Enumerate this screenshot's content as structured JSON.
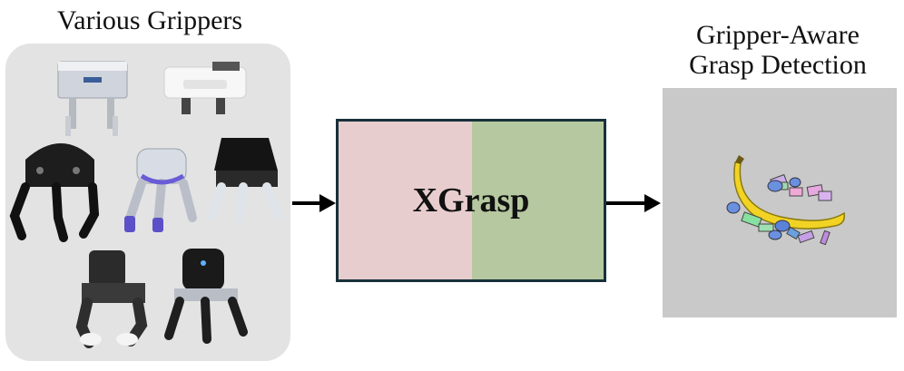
{
  "left_title": "Various Grippers",
  "center_label": "XGrasp",
  "right_title_line1": "Gripper-Aware",
  "right_title_line2": "Grasp Detection",
  "colors": {
    "panel": "#e3e3e3",
    "xgrasp_left": "#e8cdcf",
    "xgrasp_right": "#b6c89f",
    "xgrasp_border": "#17313a",
    "result_bg": "#c9c9c9",
    "arrow": "#000000"
  },
  "grippers": [
    {
      "icon": "parallel-jaw-gripper-icon"
    },
    {
      "icon": "parallel-jaw-gripper-icon"
    },
    {
      "icon": "three-finger-gripper-icon"
    },
    {
      "icon": "three-finger-gripper-icon"
    },
    {
      "icon": "three-finger-gripper-icon"
    },
    {
      "icon": "two-finger-gripper-icon"
    },
    {
      "icon": "three-finger-gripper-icon"
    }
  ],
  "result_image": {
    "object": "banana",
    "grasp_marks": [
      "rectangle",
      "ellipse"
    ]
  }
}
